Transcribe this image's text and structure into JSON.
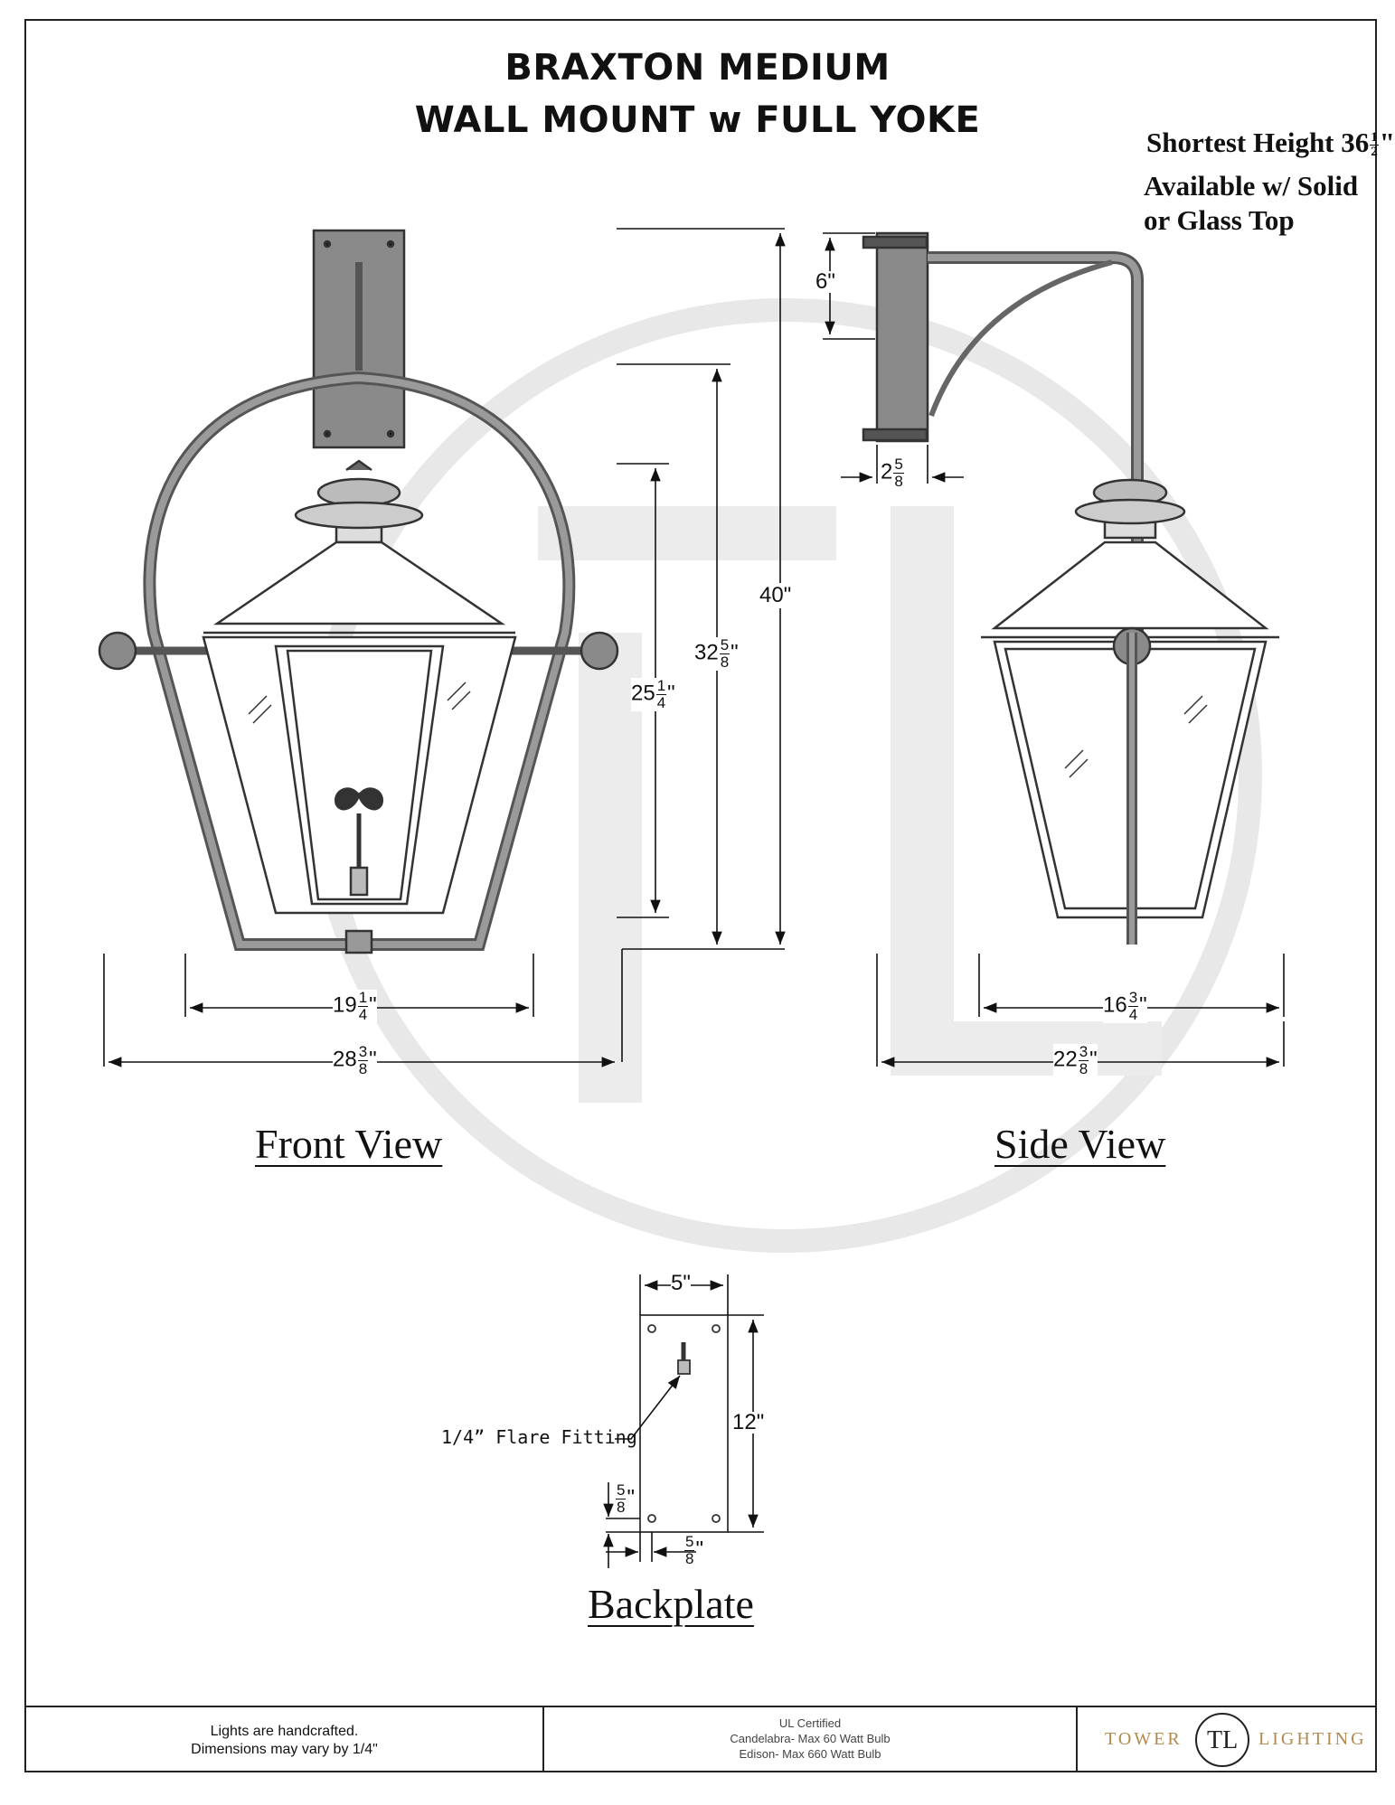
{
  "title": {
    "line1": "BRAXTON MEDIUM",
    "line2": "WALL MOUNT w FULL YOKE"
  },
  "notes": {
    "shortest_height": "Shortest Height 36",
    "shortest_height_num": "1",
    "shortest_height_den": "2",
    "availability_line1": "Available w/ Solid",
    "availability_line2": "or Glass Top"
  },
  "views": {
    "front": "Front View",
    "side": "Side View",
    "backplate": "Backplate"
  },
  "dimensions": {
    "overall_height": "40\"",
    "height_32": {
      "whole": "32",
      "num": "5",
      "den": "8"
    },
    "height_25": {
      "whole": "25",
      "num": "1",
      "den": "4"
    },
    "front_width_19": {
      "whole": "19",
      "num": "1",
      "den": "4"
    },
    "front_width_28": {
      "whole": "28",
      "num": "3",
      "den": "8"
    },
    "side_width_16": {
      "whole": "16",
      "num": "3",
      "den": "4"
    },
    "side_width_22": {
      "whole": "22",
      "num": "3",
      "den": "8"
    },
    "arm_depth": {
      "whole": "2",
      "num": "5",
      "den": "8"
    },
    "plate_offset": "6\"",
    "backplate_width": "5\"",
    "backplate_height": "12\"",
    "hole_offset": {
      "num": "5",
      "den": "8"
    }
  },
  "callouts": {
    "flare_fitting": "1/4” Flare Fitting"
  },
  "footer": {
    "left_line1": "Lights are handcrafted.",
    "left_line2": "Dimensions may vary by 1/4\"",
    "mid_line1": "UL Certified",
    "mid_line2": "Candelabra- Max 60 Watt Bulb",
    "mid_line3": "Edison- Max 660 Watt Bulb",
    "brand_left": "TOWER",
    "brand_mark": "TL",
    "brand_right": "LIGHTING"
  },
  "watermark": "TL",
  "colors": {
    "ink": "#111111",
    "metal": "#7a7a7a",
    "watermark": "#e6e6e6",
    "brand": "#b38a4e"
  }
}
